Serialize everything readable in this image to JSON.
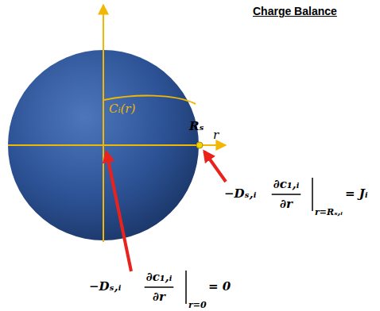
{
  "diagram": {
    "title": "Charge Balance",
    "labels": [
      "Cᵢ(r)",
      "Rₛ",
      "r",
      "−Dₛ,ᵢ",
      "∂c₁,ᵢ",
      "∂r",
      "r=Rₛ,ᵢ",
      "= Jᵢ",
      "−Dₛ,ᵢ",
      "∂c₁,ᵢ",
      "∂r",
      "r=0",
      "= 0"
    ]
  }
}
